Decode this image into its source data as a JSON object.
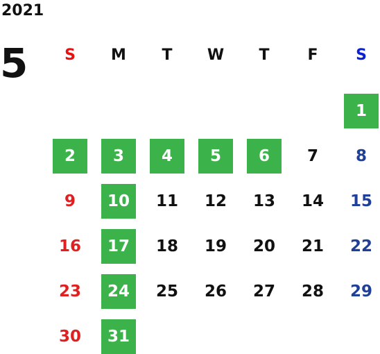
{
  "calendar": {
    "year": "2021",
    "month": "5",
    "weekdays": [
      "S",
      "M",
      "T",
      "W",
      "T",
      "F",
      "S"
    ],
    "colors": {
      "highlight": "#3cb34a",
      "sunday": "#e02020",
      "saturday": "#1f3f99",
      "weekday": "#111111"
    },
    "weeks": [
      [
        {
          "day": "",
          "hl": false
        },
        {
          "day": "",
          "hl": false
        },
        {
          "day": "",
          "hl": false
        },
        {
          "day": "",
          "hl": false
        },
        {
          "day": "",
          "hl": false
        },
        {
          "day": "",
          "hl": false
        },
        {
          "day": "1",
          "hl": true
        }
      ],
      [
        {
          "day": "2",
          "hl": true
        },
        {
          "day": "3",
          "hl": true
        },
        {
          "day": "4",
          "hl": true
        },
        {
          "day": "5",
          "hl": true
        },
        {
          "day": "6",
          "hl": true
        },
        {
          "day": "7",
          "hl": false
        },
        {
          "day": "8",
          "hl": false
        }
      ],
      [
        {
          "day": "9",
          "hl": false
        },
        {
          "day": "10",
          "hl": true
        },
        {
          "day": "11",
          "hl": false
        },
        {
          "day": "12",
          "hl": false
        },
        {
          "day": "13",
          "hl": false
        },
        {
          "day": "14",
          "hl": false
        },
        {
          "day": "15",
          "hl": false
        }
      ],
      [
        {
          "day": "16",
          "hl": false
        },
        {
          "day": "17",
          "hl": true
        },
        {
          "day": "18",
          "hl": false
        },
        {
          "day": "19",
          "hl": false
        },
        {
          "day": "20",
          "hl": false
        },
        {
          "day": "21",
          "hl": false
        },
        {
          "day": "22",
          "hl": false
        }
      ],
      [
        {
          "day": "23",
          "hl": false
        },
        {
          "day": "24",
          "hl": true
        },
        {
          "day": "25",
          "hl": false
        },
        {
          "day": "26",
          "hl": false
        },
        {
          "day": "27",
          "hl": false
        },
        {
          "day": "28",
          "hl": false
        },
        {
          "day": "29",
          "hl": false
        }
      ],
      [
        {
          "day": "30",
          "hl": false
        },
        {
          "day": "31",
          "hl": true
        },
        {
          "day": "",
          "hl": false
        },
        {
          "day": "",
          "hl": false
        },
        {
          "day": "",
          "hl": false
        },
        {
          "day": "",
          "hl": false
        },
        {
          "day": "",
          "hl": false
        }
      ]
    ]
  }
}
